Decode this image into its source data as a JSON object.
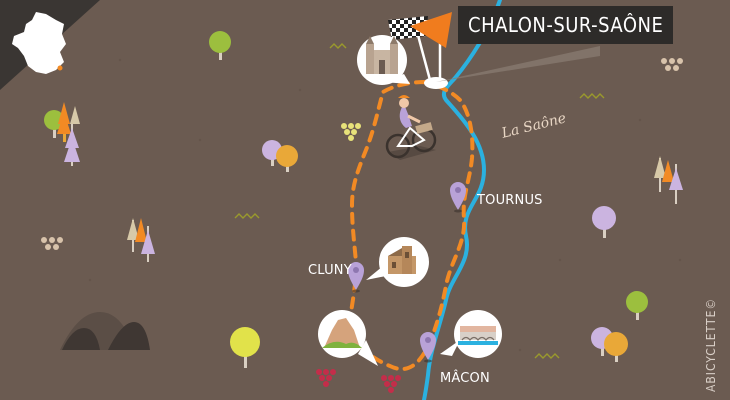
{
  "map": {
    "title": "CHALON-SUR-SAÔNE",
    "river": "La Saône",
    "credit": "ABICYCLETTE©",
    "towns": [
      {
        "key": "tournus",
        "label": "TOURNUS"
      },
      {
        "key": "cluny",
        "label": "CLUNY"
      },
      {
        "key": "macon",
        "label": "MÂCON"
      }
    ],
    "icons": [
      "france-map-icon",
      "checkered-flag-icon",
      "cathedral-icon",
      "cyclist-icon",
      "abbey-icon",
      "rock-icon",
      "bridge-icon",
      "map-pin-icon",
      "tree-icon",
      "grapes-icon",
      "hills-icon"
    ],
    "colors": {
      "background": "#6b5b51",
      "route": "#f28a24",
      "river": "#2bb1e0",
      "title_box": "#2d2b29",
      "pin": "#b9a2d8",
      "flag": "#f07c1e"
    }
  }
}
